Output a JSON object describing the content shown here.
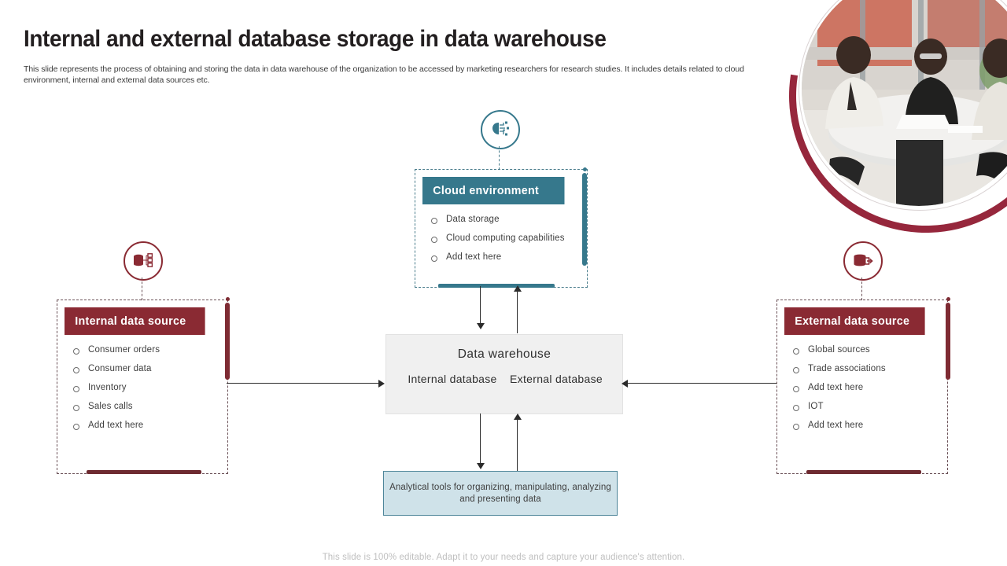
{
  "header": {
    "title": "Internal and external database storage in data warehouse",
    "subtitle": "This slide represents the process of obtaining and storing the data in data warehouse of the organization to be accessed by marketing researchers for research studies. It includes details related to cloud environment, internal and external data sources etc."
  },
  "colors": {
    "maroon": "#8a2a33",
    "maroon_dark": "#7e2b33",
    "teal": "#36788c",
    "light_blue": "#cfe2e9",
    "warehouse_gray": "#f0f0f0",
    "title_text": "#231f20",
    "body_text": "#3f3f3f",
    "footer_text": "#bfbfbf"
  },
  "cloud_panel": {
    "icon": "ai-chip-brain-icon",
    "heading": "Cloud environment",
    "items": [
      "Data storage",
      "Cloud computing capabilities",
      "Add text here"
    ]
  },
  "internal_panel": {
    "icon": "database-nodes-icon",
    "heading": "Internal data source",
    "items": [
      "Consumer orders",
      "Consumer data",
      "Inventory",
      "Sales calls",
      "Add text here"
    ]
  },
  "external_panel": {
    "icon": "database-export-icon",
    "heading": "External data source",
    "items": [
      "Global sources",
      "Trade associations",
      "Add text here",
      "IOT",
      "Add text here"
    ]
  },
  "warehouse": {
    "title": "Data warehouse",
    "left_column": "Internal database",
    "right_column": "External database"
  },
  "tools": {
    "text": "Analytical tools for organizing, manipulating, analyzing and presenting data"
  },
  "photo": {
    "name": "business-meeting-photo",
    "alt": "Three colleagues seated at a round table in a glass-walled meeting room"
  },
  "footer": {
    "note": "This slide is 100% editable. Adapt it to your needs and capture your audience's attention."
  }
}
